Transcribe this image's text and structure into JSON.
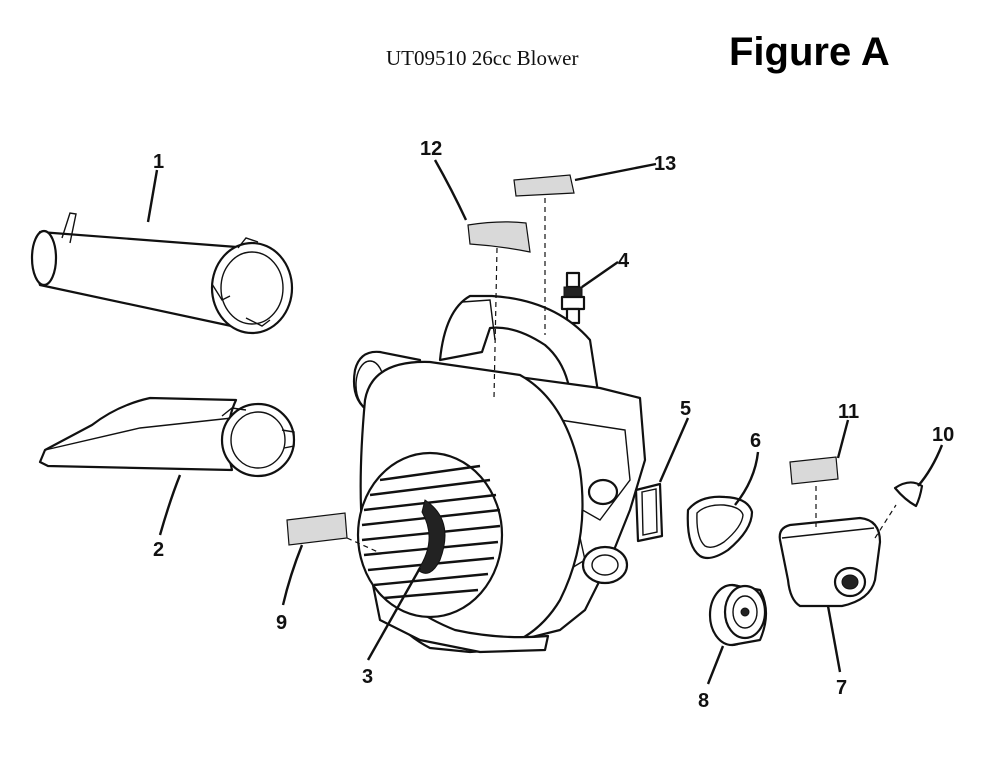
{
  "header": {
    "title": "UT09510 26cc Blower",
    "figure_label": "Figure A"
  },
  "callouts": [
    "1",
    "2",
    "3",
    "4",
    "5",
    "6",
    "7",
    "8",
    "9",
    "10",
    "11",
    "12",
    "13"
  ]
}
